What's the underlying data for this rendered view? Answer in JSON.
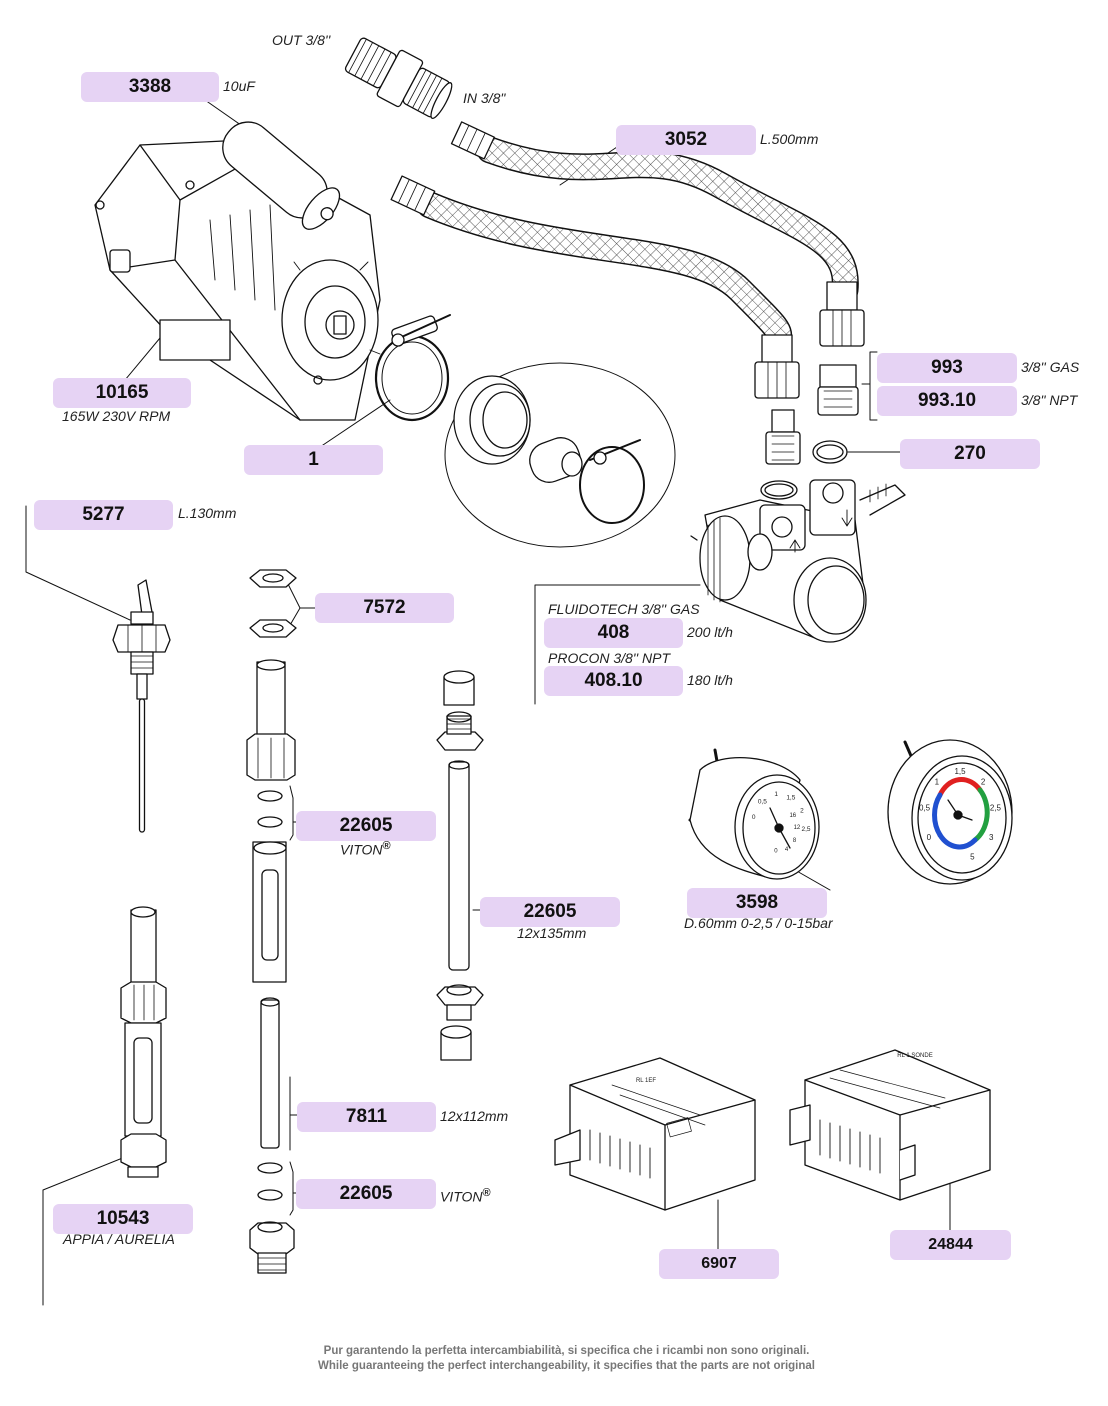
{
  "parts": {
    "p3388": {
      "code": "3388",
      "note": "10uF"
    },
    "p3052": {
      "code": "3052",
      "note": "L.500mm"
    },
    "p10165": {
      "code": "10165",
      "note": "165W 230V RPM"
    },
    "p1": {
      "code": "1"
    },
    "p993": {
      "code": "993",
      "note": "3/8'' GAS"
    },
    "p993_10": {
      "code": "993.10",
      "note": "3/8\" NPT"
    },
    "p270": {
      "code": "270"
    },
    "p5277": {
      "code": "5277",
      "note": "L.130mm"
    },
    "p7572": {
      "code": "7572"
    },
    "p408": {
      "code": "408",
      "heading": "FLUIDOTECH 3/8'' GAS",
      "note": "200 lt/h"
    },
    "p408_10": {
      "code": "408.10",
      "heading": "PROCON 3/8'' NPT",
      "note": "180 lt/h"
    },
    "p22605a": {
      "code": "22605",
      "note": "VITON",
      "mark": "®"
    },
    "p22605b": {
      "code": "22605",
      "note": "12x135mm"
    },
    "p3598": {
      "code": "3598",
      "note": "D.60mm 0-2,5 / 0-15bar"
    },
    "p7811": {
      "code": "7811",
      "note": "12x112mm"
    },
    "p22605c": {
      "code": "22605",
      "note": "VITON",
      "mark": "®"
    },
    "p10543": {
      "code": "10543",
      "note": "APPIA / AURELIA"
    },
    "p6907": {
      "code": "6907"
    },
    "p24844": {
      "code": "24844"
    }
  },
  "fitting": {
    "out_label": "OUT 3/8''",
    "in_label": "IN 3/8\""
  },
  "gauge": {
    "ticks_left": [
      "0",
      "0,5",
      "1",
      "1,5",
      "2",
      "2,5"
    ],
    "ticks_right": [
      "0",
      "4",
      "8",
      "12",
      "16"
    ],
    "colored_ticks": [
      "0",
      "0,5",
      "1",
      "1,5",
      "2",
      "2,5",
      "3",
      "5"
    ]
  },
  "relay": {
    "title_6907": "RL 1EF",
    "title_24844": "RL 1 SONDE"
  },
  "footer": {
    "line1": "Pur garantendo la perfetta intercambiabilità, si specifica che i ricambi non sono originali.",
    "line2": "While guaranteeing the perfect interchangeability, it specifies that the parts are not original"
  },
  "colors": {
    "label_bg": "#e6d3f4",
    "gauge_red": "#e02020",
    "gauge_green": "#22a040",
    "gauge_blue": "#2050d0"
  }
}
